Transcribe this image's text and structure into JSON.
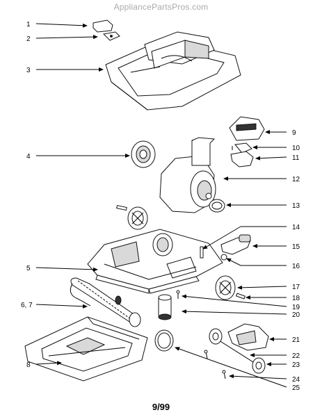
{
  "watermark": "AppliancePartsPros.com",
  "footer": "9/99",
  "callouts": [
    "1",
    "2",
    "3",
    "4",
    "5",
    "6, 7",
    "8",
    "9",
    "10",
    "11",
    "12",
    "13",
    "14",
    "15",
    "16",
    "17",
    "18",
    "19",
    "20",
    "21",
    "22",
    "23",
    "24",
    "25"
  ]
}
